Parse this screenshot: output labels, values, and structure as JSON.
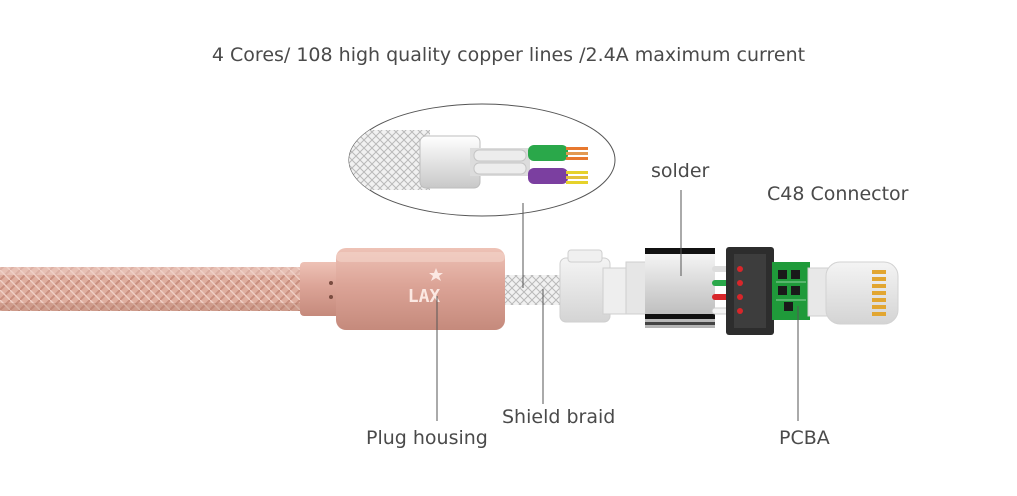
{
  "headline": "4 Cores/ 108 high quality copper lines /2.4A maximum current",
  "labels": {
    "solder": "solder",
    "connector": "C48 Connector",
    "plug_housing": "Plug housing",
    "shield_braid": "Shield braid",
    "pcba": "PCBA"
  },
  "brand_logo": "LAX",
  "colors": {
    "cable_rose": "#e0b0a4",
    "housing_rose": "#dca497",
    "leader_line": "#555555",
    "pcb_green": "#1f9a3a",
    "gold_pins": "#e2a631",
    "wire_red": "#d8262a",
    "wire_green": "#2aa84a",
    "wire_white": "#f4f4f4",
    "wire_purple": "#7b3fa0",
    "wire_orange": "#e7782e",
    "wire_yellow": "#e6d22a"
  }
}
